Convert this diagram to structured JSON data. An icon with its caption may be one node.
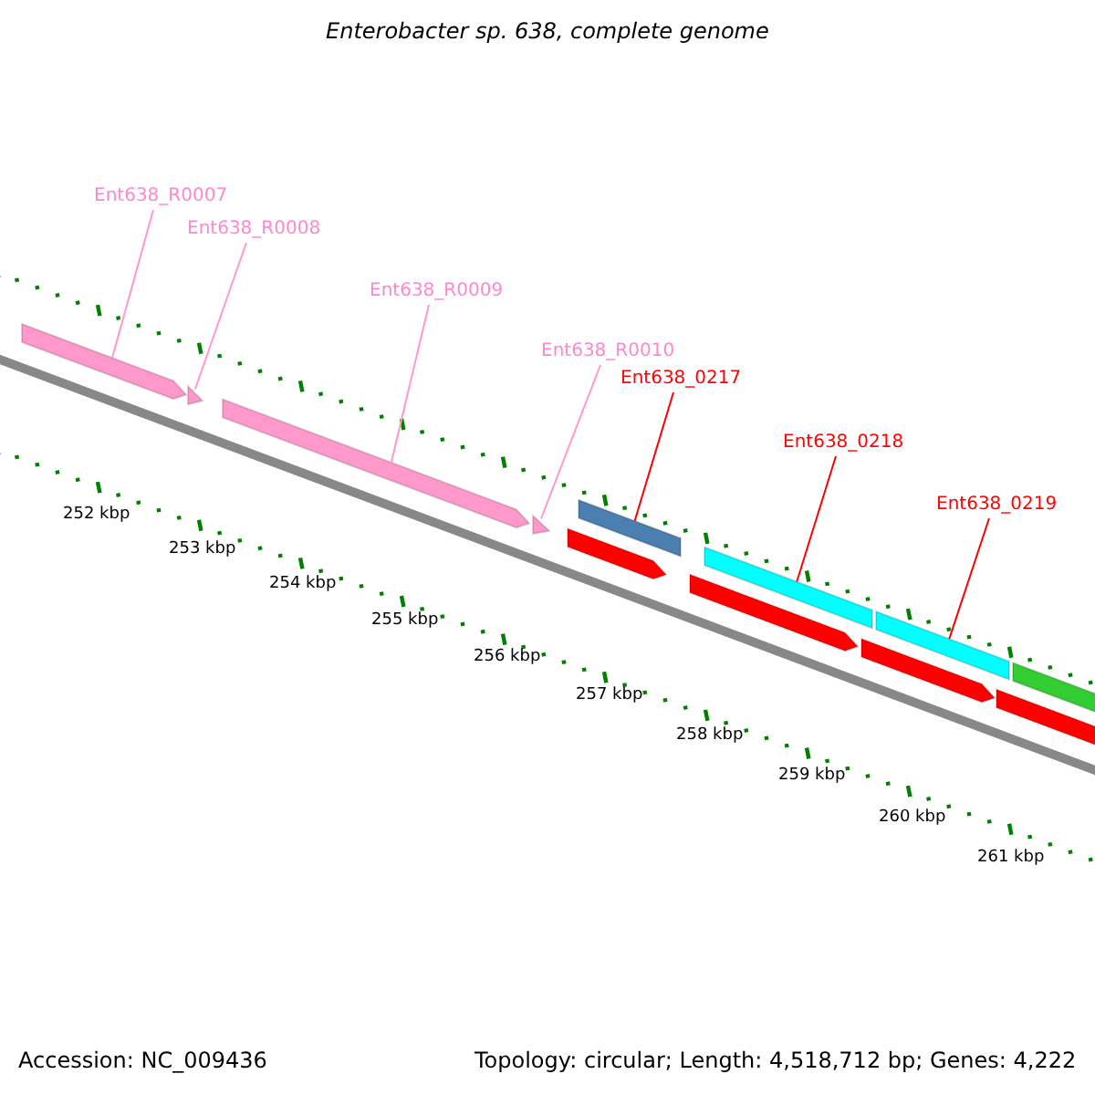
{
  "diagram": {
    "title": "Enterobacter sp. 638, complete genome",
    "nodes": [
      {
        "text": [
          "Ent638_R0007"
        ]
      },
      {
        "text": [],
        "shape": "bar"
      },
      {
        "text": [
          "Ent638_R0008"
        ]
      },
      {
        "text": [],
        "shape": "bar"
      },
      {
        "text": [
          "Ent638_R0009"
        ]
      },
      {
        "text": [],
        "shape": "bar"
      },
      {
        "text": [
          "Ent638_R0010"
        ]
      },
      {
        "text": [],
        "shape": "bar"
      },
      {
        "text": [
          "Ent638_0217"
        ]
      },
      {
        "text": [],
        "shape": "bar"
      },
      {
        "text": [
          "Ent638_0218"
        ]
      },
      {
        "text": [],
        "shape": "bar"
      },
      {
        "text": [
          "Ent638_0219"
        ]
      },
      {
        "text": [],
        "shape": "bar"
      }
    ],
    "edges": [
      {
        "from": 0,
        "to": 1,
        "arrow": "none"
      },
      {
        "from": 2,
        "to": 3,
        "arrow": "none"
      },
      {
        "from": 4,
        "to": 5,
        "arrow": "none"
      },
      {
        "from": 6,
        "to": 7,
        "arrow": "none"
      },
      {
        "from": 8,
        "to": 9,
        "arrow": "none",
        "color": "#ff0000"
      },
      {
        "from": 10,
        "to": 11,
        "arrow": "none",
        "color": "#ff0000"
      },
      {
        "from": 12,
        "to": 13,
        "arrow": "none",
        "color": "#ff0000"
      }
    ],
    "labels": [
      "252 kbp",
      "253 kbp",
      "254 kbp",
      "255 kbp",
      "256 kbp",
      "257 kbp",
      "258 kbp",
      "259 kbp",
      "260 kbp",
      "261 kbp",
      "Accession: NC_009436",
      "Topology: circular; Length: 4,518,712 bp; Genes: 4,222"
    ]
  }
}
